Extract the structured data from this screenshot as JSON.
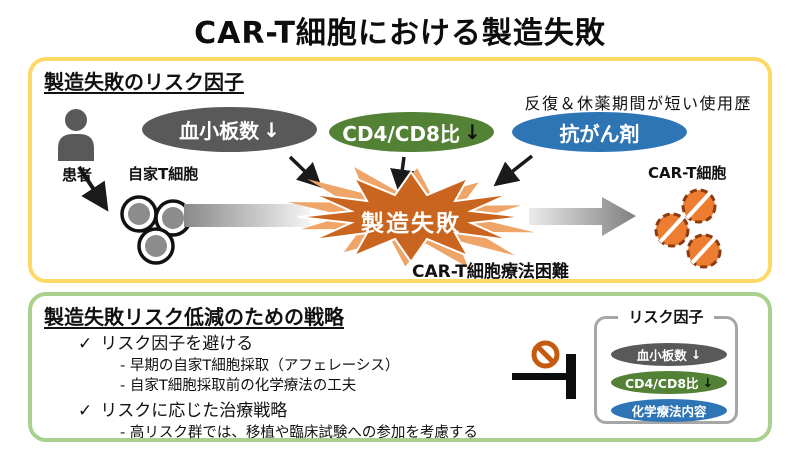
{
  "page": {
    "title": "CAR-T細胞における製造失敗"
  },
  "risk_section": {
    "heading": "製造失敗のリスク因子",
    "patient_label": "患者",
    "tcell_label": "自家T細胞",
    "ellipse_platelet": {
      "text": "血小板数",
      "arrow": "↓"
    },
    "ellipse_cd4cd8": {
      "text": "CD4/CD8比",
      "arrow": "↓"
    },
    "ellipse_anticancer": {
      "text": "抗がん剤"
    },
    "anticancer_note": "反復＆休薬期間が短い使用歴",
    "failure_label": "製造失敗",
    "failure_caption": "CAR-T細胞療法困難",
    "cart_label": "CAR-T細胞"
  },
  "strategy_section": {
    "heading": "製造失敗リスク低減のための戦略",
    "item1": {
      "check": "✓",
      "label": "リスク因子を避ける",
      "sub1": "- 早期の自家T細胞採取（アフェレーシス）",
      "sub2": "- 自家T細胞採取前の化学療法の工夫"
    },
    "item2": {
      "check": "✓",
      "label": "リスクに応じた治療戦略",
      "sub1": "- 高リスク群では、移植や臨床試験への参加を考慮する"
    },
    "risk_box": {
      "title": "リスク因子",
      "platelet": {
        "text": "血小板数",
        "arrow": "↓"
      },
      "cd4cd8": {
        "text": "CD4/CD8比",
        "arrow": "↓"
      },
      "chemo": {
        "text": "化学療法内容"
      }
    }
  },
  "colors": {
    "top_panel_border": "#FFD966",
    "bottom_panel_border": "#A9D18E",
    "gray_ellipse": "#595959",
    "green_ellipse": "#538135",
    "blue_ellipse": "#2E75B6",
    "starburst_fill": "#C9651E",
    "starburst_outline": "#F2B183",
    "cart_cell_fill": "#ED7D31",
    "prohibition_icon": "#C55A11"
  }
}
